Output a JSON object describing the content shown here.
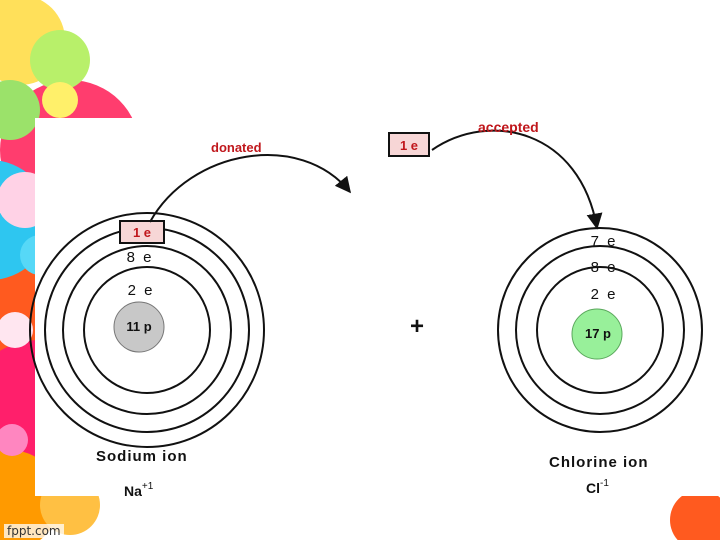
{
  "sodium": {
    "shell_outer": "1 e",
    "shell_middle": "8 e",
    "shell_inner": "2 e",
    "nucleus": "11 p",
    "name": "Sodium ion",
    "symbol": "Na",
    "charge": "+1"
  },
  "chlorine": {
    "shell_outer": "7 e",
    "shell_middle": "8 e",
    "shell_inner": "2 e",
    "nucleus": "17 p",
    "name": "Chlorine ion",
    "symbol": "Cl",
    "charge": "-1"
  },
  "transfer": {
    "donated_label": "donated",
    "accepted_label": "accepted",
    "electron_box": "1 e"
  },
  "plus": "+",
  "watermark": "fppt.com",
  "colors": {
    "label_red": "#c0171c",
    "sodium_nucleus": "#c8c8c8",
    "chlorine_nucleus": "#98f09a"
  }
}
